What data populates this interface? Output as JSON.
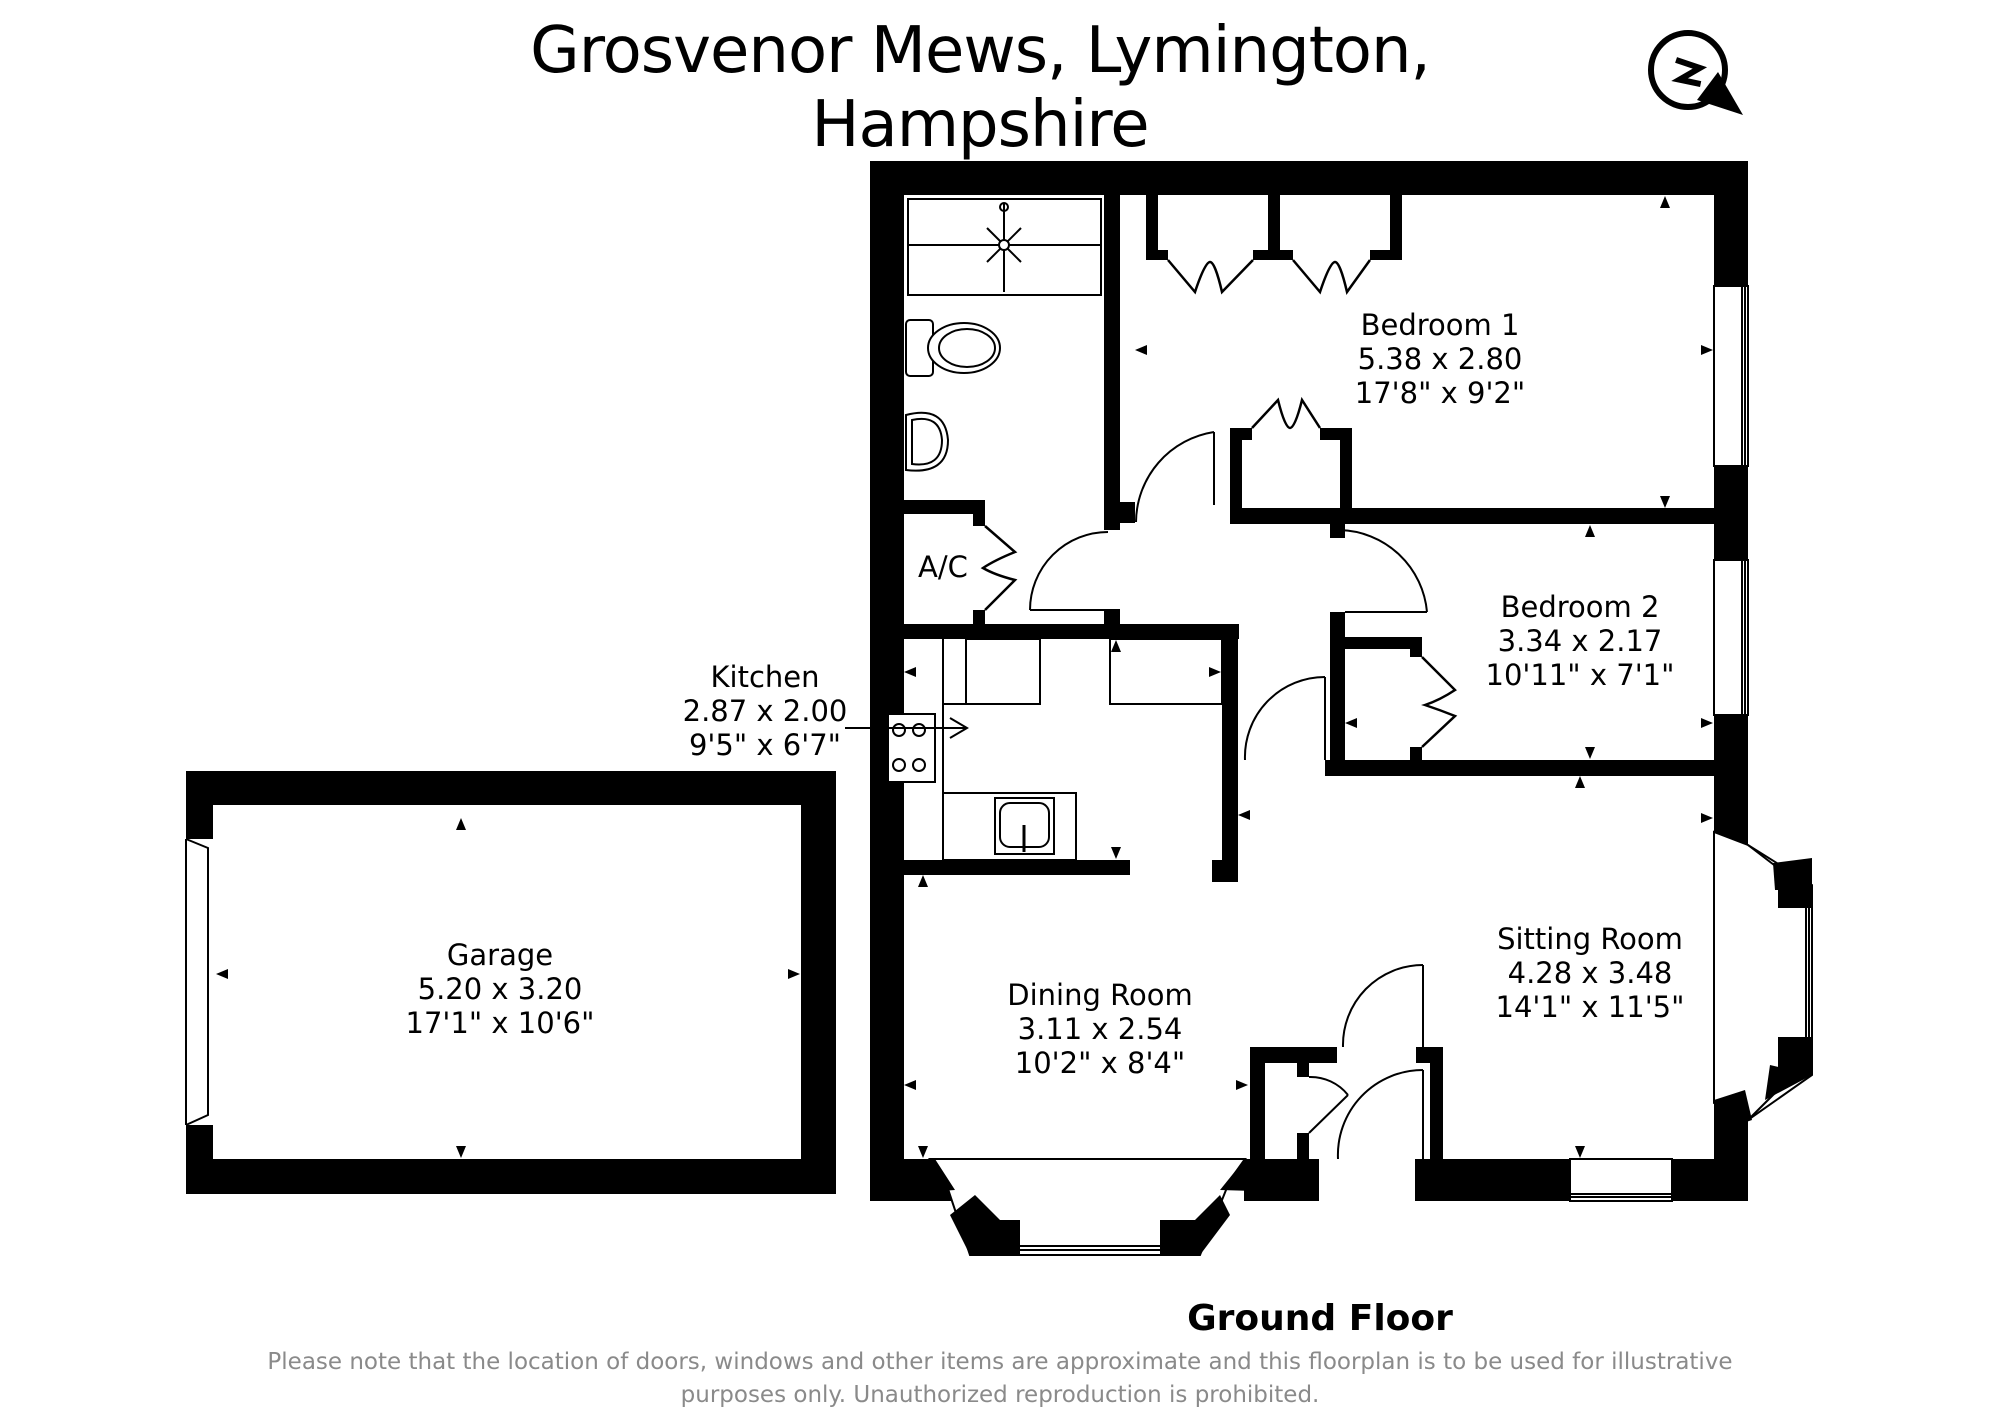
{
  "header": {
    "title": "Grosvenor Mews, Lymington, Hampshire",
    "compass_icon": "north-compass-icon",
    "compass_letter": "N"
  },
  "rooms": {
    "bedroom1": {
      "name": "Bedroom 1",
      "metric": "5.38 x 2.80",
      "imperial": "17'8\" x 9'2\""
    },
    "bedroom2": {
      "name": "Bedroom 2",
      "metric": "3.34 x 2.17",
      "imperial": "10'11\" x 7'1\""
    },
    "kitchen": {
      "name": "Kitchen",
      "metric": "2.87 x 2.00",
      "imperial": "9'5\" x 6'7\""
    },
    "garage": {
      "name": "Garage",
      "metric": "5.20 x 3.20",
      "imperial": "17'1\" x 10'6\""
    },
    "dining": {
      "name": "Dining Room",
      "metric": "3.11 x 2.54",
      "imperial": "10'2\" x 8'4\""
    },
    "sitting": {
      "name": "Sitting Room",
      "metric": "4.28 x 3.48",
      "imperial": "14'1\" x 11'5\""
    },
    "airing_cupboard": {
      "name": "A/C"
    }
  },
  "footer": {
    "floor_label": "Ground Floor",
    "disclaimer_line1": "Please note that the location of doors, windows and other items are approximate and this floorplan is to be used for illustrative",
    "disclaimer_line2": "purposes only. Unauthorized reproduction is prohibited."
  },
  "colors": {
    "wall": "#000000",
    "background": "#ffffff",
    "disclaimer_text": "#8a8a8a"
  }
}
